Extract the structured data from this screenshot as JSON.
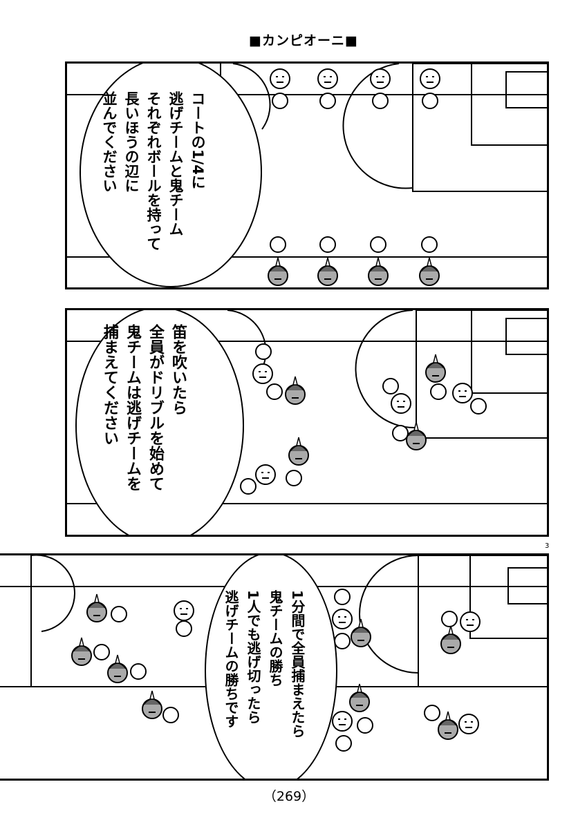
{
  "page_title": "■カンピオーニ■",
  "panel1_text": "コートの1/4に\n逃げチームと鬼チーム\nそれぞれボールを持って\n長いほうの辺に\n並んでください",
  "panel2_text": "笛を吹いたら\n全員がドリブルを始めて\n鬼チームは逃げチームを\n捕まえてください",
  "panel3_text": "1分間で全員捕まえたら\n鬼チームの勝ち\n1人でも逃げ切ったら\n逃げチームの勝ちです",
  "small_page_marker": "3",
  "page_number": "（269）",
  "icons": [
    "runner-face-icon",
    "oni-face-icon",
    "ball-icon"
  ]
}
